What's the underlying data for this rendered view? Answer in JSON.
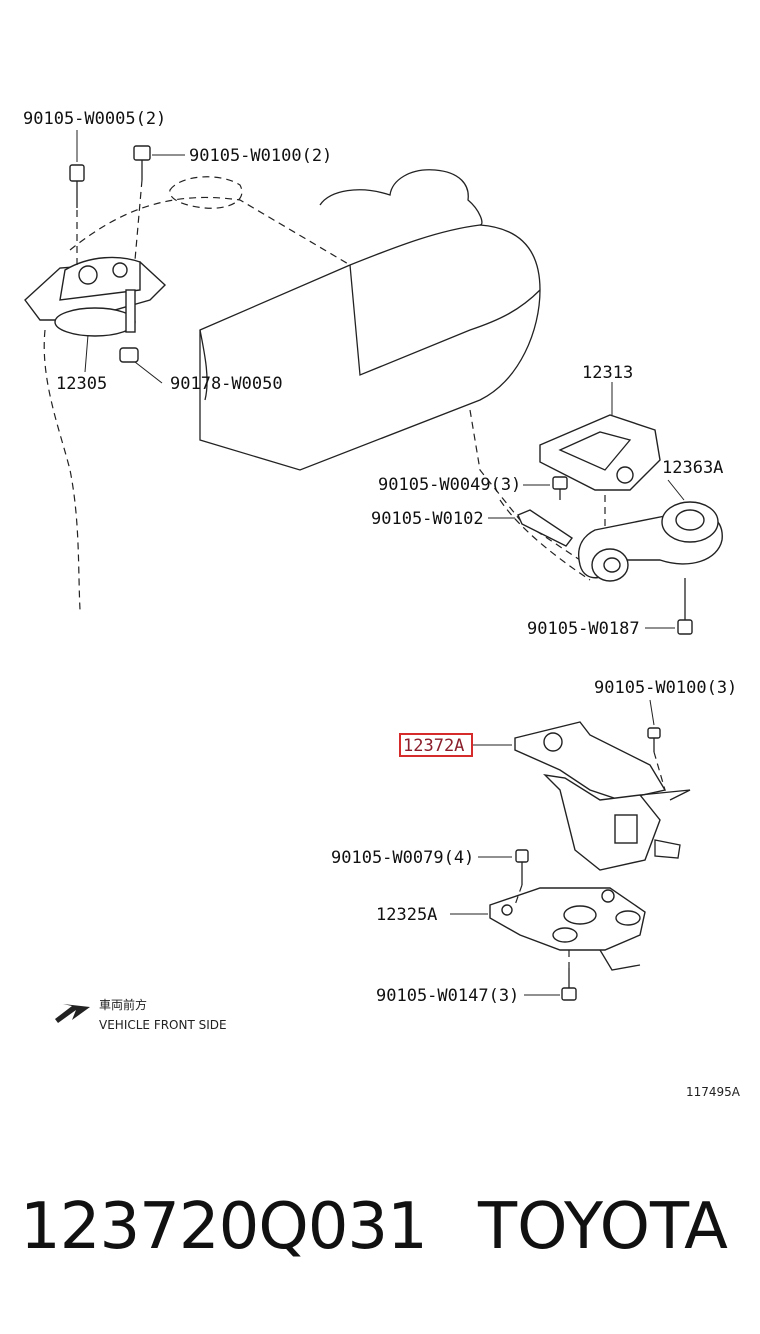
{
  "diagram": {
    "labels": {
      "l1": "90105-W0005(2)",
      "l2": "90105-W0100(2)",
      "l3": "12305",
      "l4": "90178-W0050",
      "l5": "12313",
      "l6": "90105-W0049(3)",
      "l7": "12363A",
      "l8": "90105-W0102",
      "l9": "90105-W0187",
      "l10": "90105-W0100(3)",
      "l11": "12372A",
      "l12": "90105-W0079(4)",
      "l13": "12325A",
      "l14": "90105-W0147(3)"
    },
    "front_jp": "車両前方",
    "front_en": "VEHICLE FRONT SIDE",
    "illustration_id": "117495A",
    "highlight_color": "#d62b2b"
  },
  "footer": {
    "part_number": "123720Q031",
    "brand": "TOYOTA"
  }
}
